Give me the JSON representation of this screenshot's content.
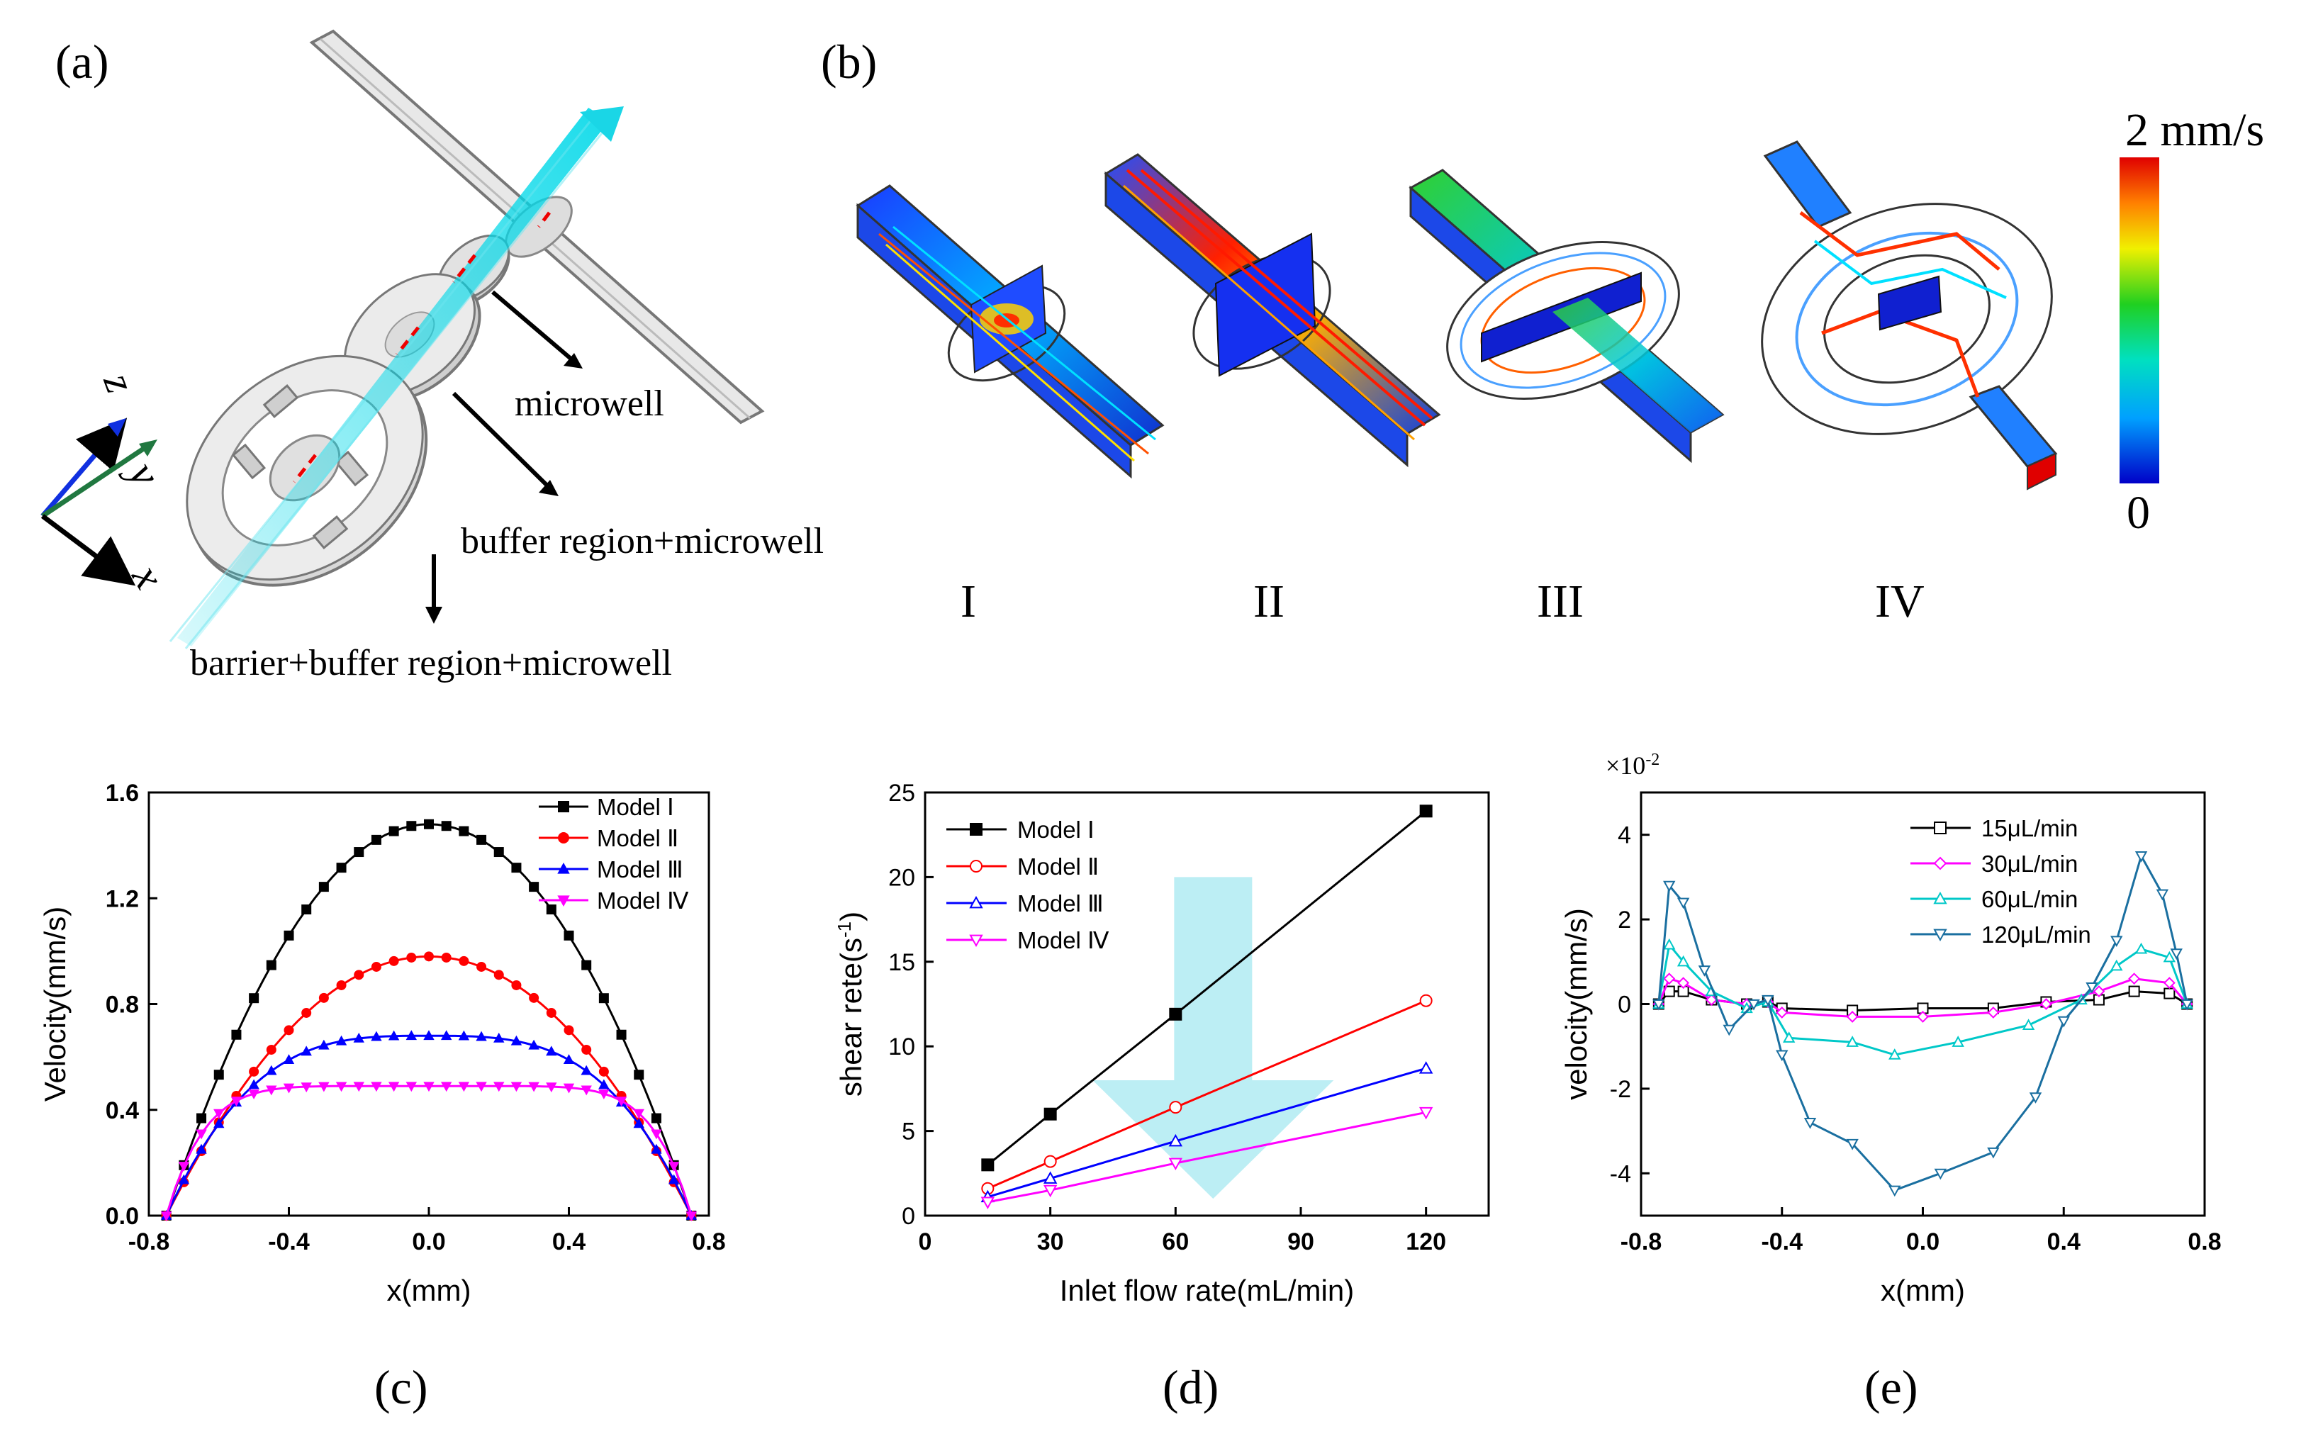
{
  "figure": {
    "panel_labels": {
      "a": "(a)",
      "b": "(b)",
      "c": "(c)",
      "d": "(d)",
      "e": "(e)"
    },
    "a": {
      "labels": [
        "microwell",
        "buffer region+microwell",
        "barrier+buffer region+microwell"
      ],
      "axes": {
        "x": "x",
        "y": "y",
        "z": "z"
      }
    },
    "b": {
      "models": [
        "I",
        "II",
        "III",
        "IV"
      ],
      "colorbar": {
        "max_label": "2 mm/s",
        "min_label": "0",
        "colors": [
          "#0000c8",
          "#00a0ff",
          "#00e0c0",
          "#20d020",
          "#f0f000",
          "#ff8000",
          "#e00000"
        ]
      }
    }
  },
  "chart_data": [
    {
      "id": "c",
      "type": "line",
      "xlabel": "x(mm)",
      "ylabel": "Velocity(mm/s)",
      "xlim": [
        -0.8,
        0.8
      ],
      "ylim": [
        0,
        1.6
      ],
      "xticks": [
        "-0.8",
        "-0.4",
        "0.0",
        "0.4",
        "0.8"
      ],
      "yticks": [
        "0.0",
        "0.4",
        "0.8",
        "1.2",
        "1.6"
      ],
      "legend_position": "top-right",
      "series": [
        {
          "name": "Model Ⅰ",
          "color": "#000000",
          "marker": "square",
          "peak": 1.48,
          "shape": "parabolic"
        },
        {
          "name": "Model Ⅱ",
          "color": "#ff0000",
          "marker": "circle",
          "peak": 0.98,
          "shape": "parabolic"
        },
        {
          "name": "Model Ⅲ",
          "color": "#0000ff",
          "marker": "triangle-up",
          "peak": 0.68,
          "shape": "flattened"
        },
        {
          "name": "Model Ⅳ",
          "color": "#ff00ff",
          "marker": "triangle-down",
          "peak": 0.49,
          "shape": "plateau"
        }
      ],
      "x_range_zero": [
        -0.75,
        0.75
      ]
    },
    {
      "id": "d",
      "type": "line",
      "xlabel": "Inlet flow rate(mL/min)",
      "ylabel": "shear rete(s",
      "ylabel_sup": "-1",
      "ylabel_end": ")",
      "xlim": [
        0,
        135
      ],
      "ylim": [
        0,
        25
      ],
      "xticks": [
        "0",
        "30",
        "60",
        "90",
        "120"
      ],
      "yticks": [
        "0",
        "5",
        "10",
        "15",
        "20",
        "25"
      ],
      "legend_position": "top-left",
      "x": [
        15,
        30,
        60,
        120
      ],
      "series": [
        {
          "name": "Model Ⅰ",
          "color": "#000000",
          "marker": "square-filled",
          "values": [
            3.0,
            6.0,
            11.9,
            23.9
          ]
        },
        {
          "name": "Model Ⅱ",
          "color": "#ff0000",
          "marker": "circle-open",
          "values": [
            1.6,
            3.2,
            6.4,
            12.7
          ]
        },
        {
          "name": "Model Ⅲ",
          "color": "#0000ff",
          "marker": "triangle-up-open",
          "values": [
            1.1,
            2.2,
            4.4,
            8.7
          ]
        },
        {
          "name": "Model Ⅳ",
          "color": "#ff00ff",
          "marker": "triangle-down-open",
          "values": [
            0.8,
            1.5,
            3.1,
            6.1
          ]
        }
      ],
      "annotation": {
        "type": "arrow-down",
        "color": "#8fe3ec",
        "x_center": 69,
        "y_top": 20,
        "y_bottom": 1
      }
    },
    {
      "id": "e",
      "type": "line",
      "xlabel": "x(mm)",
      "ylabel": "velocity(mm/s)",
      "multiplier": "×10",
      "multiplier_exp": "-2",
      "xlim": [
        -0.8,
        0.8
      ],
      "ylim": [
        -5,
        5
      ],
      "xticks": [
        "-0.8",
        "-0.4",
        "0.0",
        "0.4",
        "0.8"
      ],
      "yticks": [
        "-4",
        "-2",
        "0",
        "2",
        "4"
      ],
      "legend_position": "top-right",
      "series": [
        {
          "name": "15μL/min",
          "color": "#000000",
          "marker": "square-open",
          "points": [
            [
              -0.75,
              0
            ],
            [
              -0.72,
              0.3
            ],
            [
              -0.68,
              0.3
            ],
            [
              -0.6,
              0.1
            ],
            [
              -0.5,
              0
            ],
            [
              -0.44,
              0.05
            ],
            [
              -0.4,
              -0.1
            ],
            [
              -0.2,
              -0.15
            ],
            [
              0,
              -0.1
            ],
            [
              0.2,
              -0.1
            ],
            [
              0.35,
              0.05
            ],
            [
              0.5,
              0.1
            ],
            [
              0.6,
              0.3
            ],
            [
              0.7,
              0.25
            ],
            [
              0.75,
              0
            ]
          ]
        },
        {
          "name": "30μL/min",
          "color": "#ff00ff",
          "marker": "diamond-open",
          "points": [
            [
              -0.75,
              0
            ],
            [
              -0.72,
              0.6
            ],
            [
              -0.68,
              0.5
            ],
            [
              -0.6,
              0.1
            ],
            [
              -0.5,
              0
            ],
            [
              -0.44,
              0.05
            ],
            [
              -0.4,
              -0.2
            ],
            [
              -0.2,
              -0.3
            ],
            [
              0,
              -0.3
            ],
            [
              0.2,
              -0.2
            ],
            [
              0.35,
              0
            ],
            [
              0.5,
              0.3
            ],
            [
              0.6,
              0.6
            ],
            [
              0.7,
              0.5
            ],
            [
              0.75,
              0
            ]
          ]
        },
        {
          "name": "60μL/min",
          "color": "#00c8c8",
          "marker": "triangle-up-open",
          "points": [
            [
              -0.75,
              0
            ],
            [
              -0.72,
              1.4
            ],
            [
              -0.68,
              1.0
            ],
            [
              -0.6,
              0.3
            ],
            [
              -0.5,
              -0.1
            ],
            [
              -0.44,
              0.05
            ],
            [
              -0.38,
              -0.8
            ],
            [
              -0.2,
              -0.9
            ],
            [
              -0.08,
              -1.2
            ],
            [
              0.1,
              -0.9
            ],
            [
              0.3,
              -0.5
            ],
            [
              0.45,
              0.1
            ],
            [
              0.55,
              0.9
            ],
            [
              0.62,
              1.3
            ],
            [
              0.7,
              1.1
            ],
            [
              0.75,
              0
            ]
          ]
        },
        {
          "name": "120μL/min",
          "color": "#1a6fa0",
          "marker": "triangle-down-open",
          "points": [
            [
              -0.75,
              0
            ],
            [
              -0.72,
              2.8
            ],
            [
              -0.68,
              2.4
            ],
            [
              -0.62,
              0.8
            ],
            [
              -0.55,
              -0.6
            ],
            [
              -0.48,
              0
            ],
            [
              -0.44,
              0.1
            ],
            [
              -0.4,
              -1.2
            ],
            [
              -0.32,
              -2.8
            ],
            [
              -0.2,
              -3.3
            ],
            [
              -0.08,
              -4.4
            ],
            [
              0.05,
              -4.0
            ],
            [
              0.2,
              -3.5
            ],
            [
              0.32,
              -2.2
            ],
            [
              0.4,
              -0.4
            ],
            [
              0.48,
              0.4
            ],
            [
              0.55,
              1.5
            ],
            [
              0.62,
              3.5
            ],
            [
              0.68,
              2.6
            ],
            [
              0.72,
              1.2
            ],
            [
              0.75,
              0
            ]
          ]
        }
      ]
    }
  ]
}
